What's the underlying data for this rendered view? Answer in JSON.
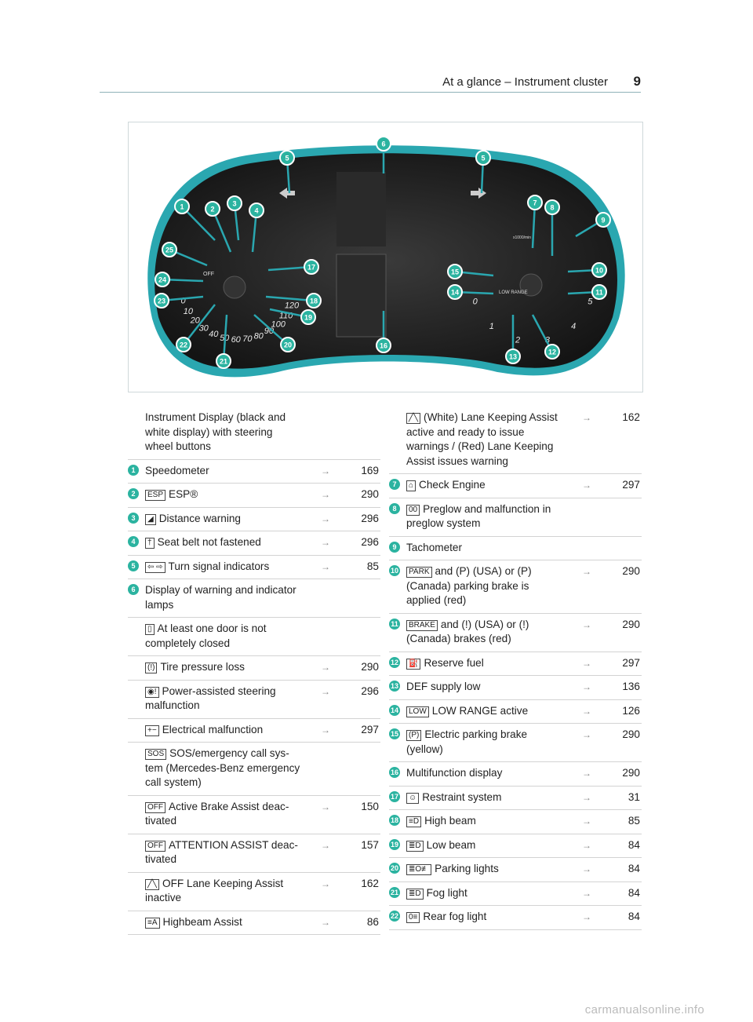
{
  "header": {
    "title": "At a glance – Instrument cluster",
    "page_number": "9"
  },
  "cluster": {
    "speedo_numbers": [
      "0",
      "10",
      "20",
      "30",
      "40",
      "50",
      "60",
      "70",
      "80",
      "90",
      "100",
      "110",
      "120"
    ],
    "tacho_numbers": [
      "0",
      "1",
      "2",
      "3",
      "4",
      "5"
    ],
    "tacho_unit": "x1000/min",
    "low_range": "LOW RANGE",
    "off_label": "OFF",
    "callouts": [
      "1",
      "2",
      "3",
      "4",
      "5",
      "5",
      "6",
      "7",
      "8",
      "9",
      "10",
      "11",
      "12",
      "13",
      "14",
      "15",
      "16",
      "17",
      "18",
      "19",
      "20",
      "21",
      "22",
      "23",
      "24",
      "25"
    ]
  },
  "left_column": [
    {
      "num": "",
      "icon": "",
      "text": "Instrument Display (black and white display) with steering wheel buttons",
      "page": ""
    },
    {
      "num": "1",
      "icon": "",
      "text": "Speedometer",
      "page": "169"
    },
    {
      "num": "2",
      "icon": "ESP",
      "text": "ESP®",
      "page": "290"
    },
    {
      "num": "3",
      "icon": "◢",
      "text": "Distance warning",
      "page": "296"
    },
    {
      "num": "4",
      "icon": "†",
      "text": "Seat belt not fastened",
      "page": "296"
    },
    {
      "num": "5",
      "icon": "⇦ ⇨",
      "text": "Turn signal indica­tors",
      "page": "85"
    },
    {
      "num": "6",
      "icon": "",
      "text": "Display of warning and indica­tor lamps",
      "page": ""
    },
    {
      "num": "",
      "icon": "▯",
      "text": "At least one door is not completely closed",
      "page": ""
    },
    {
      "num": "",
      "icon": "(!)",
      "text": "Tire pressure loss",
      "page": "290"
    },
    {
      "num": "",
      "icon": "◉!",
      "text": "Power-assisted steering malfunction",
      "page": "296"
    },
    {
      "num": "",
      "icon": "+−",
      "text": "Electrical malfunction",
      "page": "297"
    },
    {
      "num": "",
      "icon": "SOS",
      "text": "SOS/emergency call sys­tem (Mercedes-Benz emer­gency call system)",
      "page": ""
    },
    {
      "num": "",
      "icon": "OFF",
      "text": "Active Brake Assist deac­tivated",
      "page": "150"
    },
    {
      "num": "",
      "icon": "OFF",
      "text": "ATTENTION ASSIST deac­tivated",
      "page": "157"
    },
    {
      "num": "",
      "icon": "╱╲",
      "text": "OFF Lane Keeping Assist inactive",
      "page": "162"
    },
    {
      "num": "",
      "icon": "≡A",
      "text": "Highbeam Assist",
      "page": "86"
    }
  ],
  "right_column": [
    {
      "num": "",
      "icon": "╱╲",
      "text": "(White) Lane Keeping Assist active and ready to issue warnings / (Red) Lane Keeping Assist issues warning",
      "page": "162"
    },
    {
      "num": "7",
      "icon": "⌂",
      "text": "Check Engine",
      "page": "297"
    },
    {
      "num": "8",
      "icon": "00",
      "text": "Preglow and malfunction in preglow system",
      "page": ""
    },
    {
      "num": "9",
      "icon": "",
      "text": "Tachometer",
      "page": ""
    },
    {
      "num": "10",
      "icon": "PARK",
      "text": "and (P) (USA) or (P) (Canada) parking brake is applied (red)",
      "page": "290"
    },
    {
      "num": "11",
      "icon": "BRAKE",
      "text": "and (!) (USA) or (!) (Canada) brakes (red)",
      "page": "290"
    },
    {
      "num": "12",
      "icon": "⛽",
      "text": "Reserve fuel",
      "page": "297"
    },
    {
      "num": "13",
      "icon": "",
      "text": "DEF supply low",
      "page": "136"
    },
    {
      "num": "14",
      "icon": "LOW",
      "text": "LOW RANGE active",
      "page": "126"
    },
    {
      "num": "15",
      "icon": "(P)",
      "text": "Electric parking brake (yellow)",
      "page": "290"
    },
    {
      "num": "16",
      "icon": "",
      "text": "Multifunction display",
      "page": "290"
    },
    {
      "num": "17",
      "icon": "☺",
      "text": "Restraint system",
      "page": "31"
    },
    {
      "num": "18",
      "icon": "≡D",
      "text": "High beam",
      "page": "85"
    },
    {
      "num": "19",
      "icon": "≣D",
      "text": "Low beam",
      "page": "84"
    },
    {
      "num": "20",
      "icon": "≣O≢",
      "text": "Parking lights",
      "page": "84"
    },
    {
      "num": "21",
      "icon": "≣D",
      "text": "Fog light",
      "page": "84"
    },
    {
      "num": "22",
      "icon": "0≡",
      "text": "Rear fog light",
      "page": "84"
    }
  ],
  "arrow_symbol": "→",
  "watermark": "carmanualsonline.info"
}
